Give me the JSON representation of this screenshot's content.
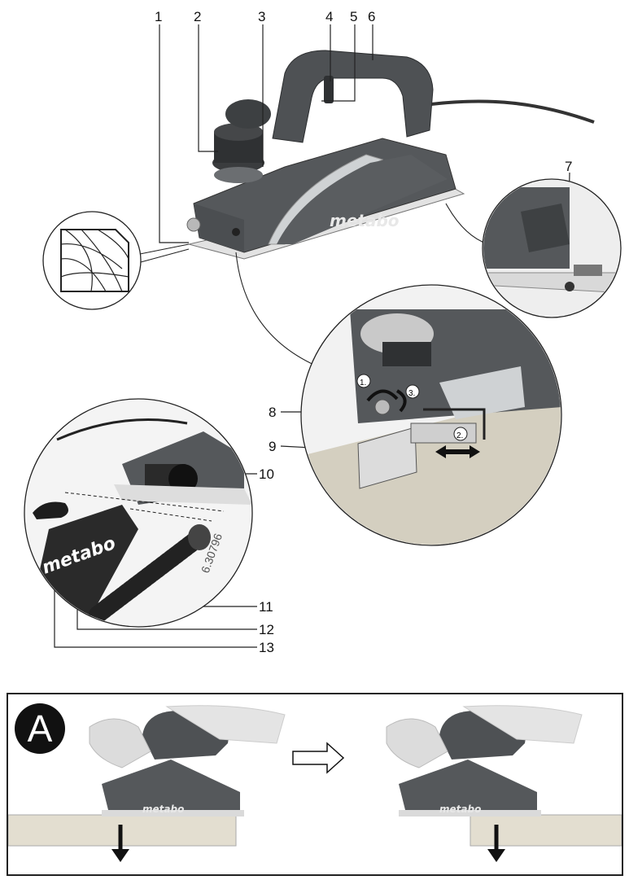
{
  "callouts": {
    "n1": "1",
    "n2": "2",
    "n3": "3",
    "n4": "4",
    "n5": "5",
    "n6": "6",
    "n7": "7",
    "n8": "8",
    "n9": "9",
    "n10": "10",
    "n11": "11",
    "n12": "12",
    "n13": "13"
  },
  "steps": {
    "s1": "1.",
    "s2": "2.",
    "s3": "3."
  },
  "brand": "metabo",
  "part_number": "6.30796",
  "panel_a": {
    "label": "A"
  },
  "colors": {
    "body": "#5a5d60",
    "accent_silver": "#c9ccce",
    "dark": "#2b2d2f",
    "wood": "#d8d3c4"
  }
}
